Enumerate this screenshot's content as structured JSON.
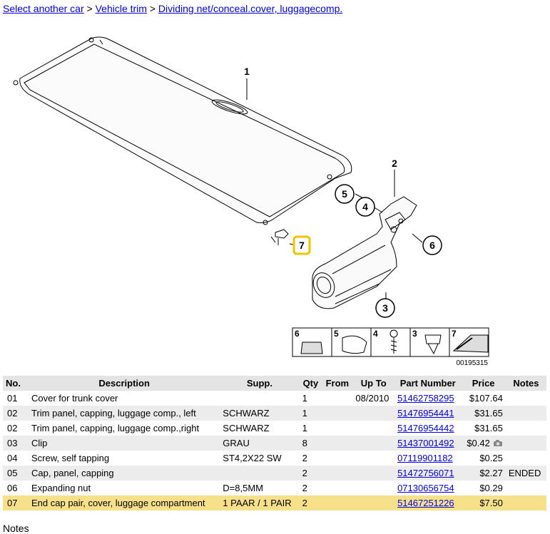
{
  "breadcrumb": {
    "items": [
      "Select another car",
      "Vehicle trim",
      "Dividing net/conceal.cover, luggagecomp."
    ],
    "separator": ">"
  },
  "diagram": {
    "callouts": [
      "1",
      "2",
      "3",
      "4",
      "5",
      "6",
      "7"
    ],
    "legend_labels": [
      "6",
      "5",
      "4",
      "3",
      "7"
    ],
    "drawing_number": "00195315",
    "highlight_color": "#f2c400"
  },
  "table": {
    "headers": [
      "No.",
      "Description",
      "Supp.",
      "Qty",
      "From",
      "Up To",
      "Part Number",
      "Price",
      "Notes"
    ],
    "rows": [
      {
        "no": "01",
        "description": "Cover for trunk cover",
        "supp": "",
        "qty": "1",
        "from": "",
        "upto": "08/2010",
        "part": "51462758295",
        "price": "$107.64",
        "notes": ""
      },
      {
        "no": "02",
        "description": "Trim panel, capping, luggage comp., left",
        "supp": "SCHWARZ",
        "qty": "1",
        "from": "",
        "upto": "",
        "part": "51476954441",
        "price": "$31.65",
        "notes": ""
      },
      {
        "no": "02",
        "description": "Trim panel, capping, luggage comp.,right",
        "supp": "SCHWARZ",
        "qty": "1",
        "from": "",
        "upto": "",
        "part": "51476954442",
        "price": "$31.65",
        "notes": ""
      },
      {
        "no": "03",
        "description": "Clip",
        "supp": "GRAU",
        "qty": "8",
        "from": "",
        "upto": "",
        "part": "51437001492",
        "price": "$0.42",
        "notes": ""
      },
      {
        "no": "04",
        "description": "Screw, self tapping",
        "supp": "ST4,2X22 SW",
        "qty": "2",
        "from": "",
        "upto": "",
        "part": "07119901182",
        "price": "$0.25",
        "notes": ""
      },
      {
        "no": "05",
        "description": "Cap, panel, capping",
        "supp": "",
        "qty": "2",
        "from": "",
        "upto": "",
        "part": "51472756071",
        "price": "$2.27",
        "notes": "ENDED"
      },
      {
        "no": "06",
        "description": "Expanding nut",
        "supp": "D=8,5MM",
        "qty": "2",
        "from": "",
        "upto": "",
        "part": "07130656754",
        "price": "$0.29",
        "notes": ""
      },
      {
        "no": "07",
        "description": "End cap pair, cover, luggage compartment",
        "supp": "1 PAAR / 1 PAIR",
        "qty": "2",
        "from": "",
        "upto": "",
        "part": "51467251226",
        "price": "$7.50",
        "notes": ""
      }
    ],
    "colors": {
      "header_bg": "#e4e4e4",
      "alt_row_bg": "#ececec",
      "selected_row_bg": "#f7e08a",
      "link": "#0000ee"
    }
  },
  "notes_heading": "Notes"
}
